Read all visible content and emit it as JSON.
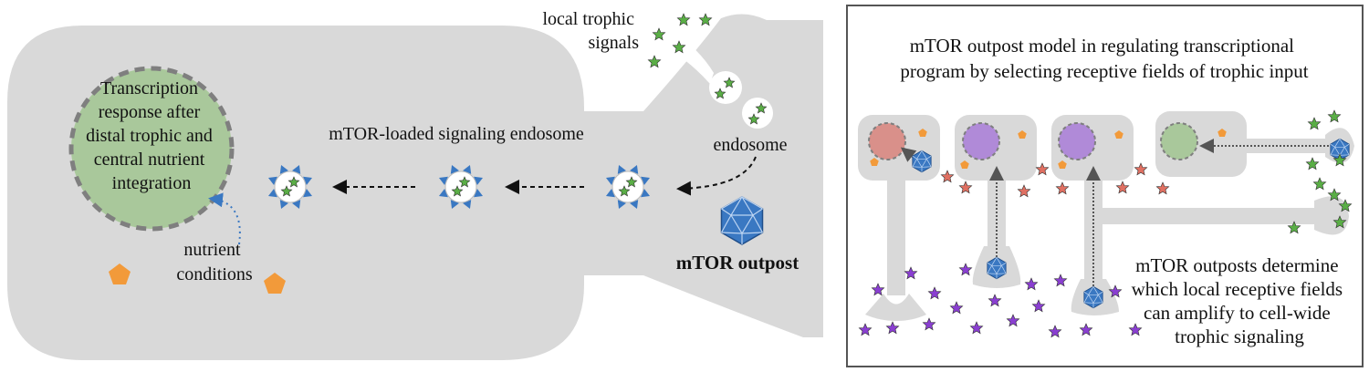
{
  "left_panel": {
    "nucleus_text": [
      "Transcription",
      "response after",
      "distal trophic and",
      "central nutrient",
      "integration"
    ],
    "label_local_signals": [
      "local trophic",
      "signals"
    ],
    "label_endosome_chain": "mTOR-loaded signaling endosome",
    "label_endosome": "endosome",
    "label_nutrient": [
      "nutrient",
      "conditions"
    ],
    "label_outpost": "mTOR outpost"
  },
  "right_panel": {
    "title": [
      "mTOR outpost model in regulating transcriptional",
      "program by selecting receptive fields of trophic input"
    ],
    "body": [
      "mTOR outposts determine",
      "which local receptive fields",
      "can amplify to cell-wide",
      "trophic signaling"
    ]
  },
  "colors": {
    "cell": "#d9d9d9",
    "nucleus_fill": "#a9c89b",
    "nucleus_border": "#7f7f7f",
    "mtor_blue": "#3a78c2",
    "star_green": "#5aae46",
    "star_red": "#e07062",
    "star_purple": "#8a3fd1",
    "nutrient_orange": "#f29a3a",
    "nucleus_red": "#d9908a",
    "nucleus_purple": "#b08ad8",
    "nucleus_green": "#a9c89b"
  }
}
